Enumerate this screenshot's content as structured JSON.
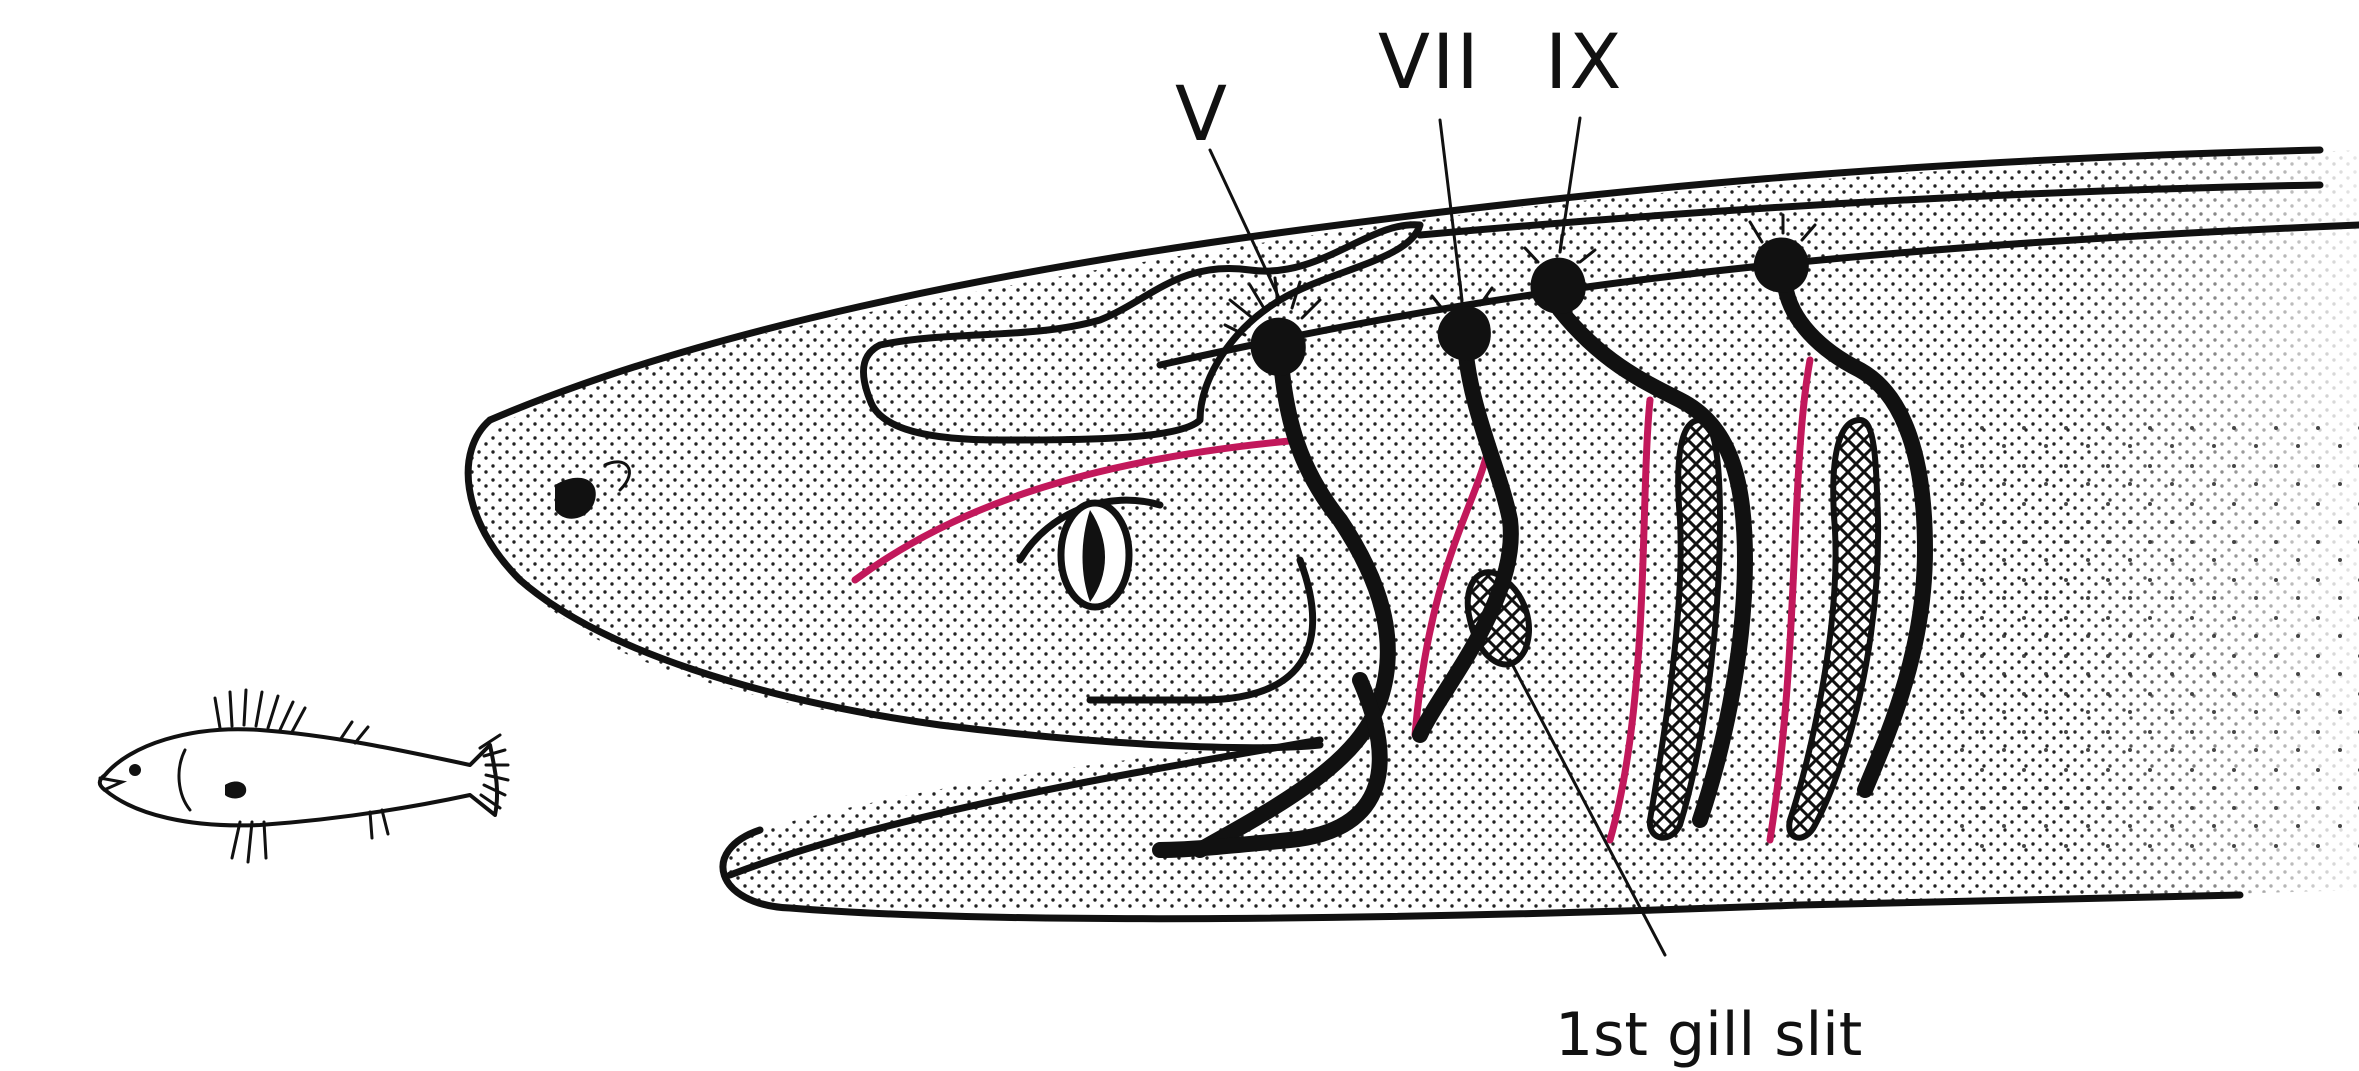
{
  "labels": {
    "nerve_v": "V",
    "nerve_vii": "VII",
    "nerve_ix": "IX",
    "gill_slit": "1st gill slit"
  },
  "colors": {
    "vessel": "#c2185b",
    "ink": "#111111",
    "background": "#ffffff"
  }
}
